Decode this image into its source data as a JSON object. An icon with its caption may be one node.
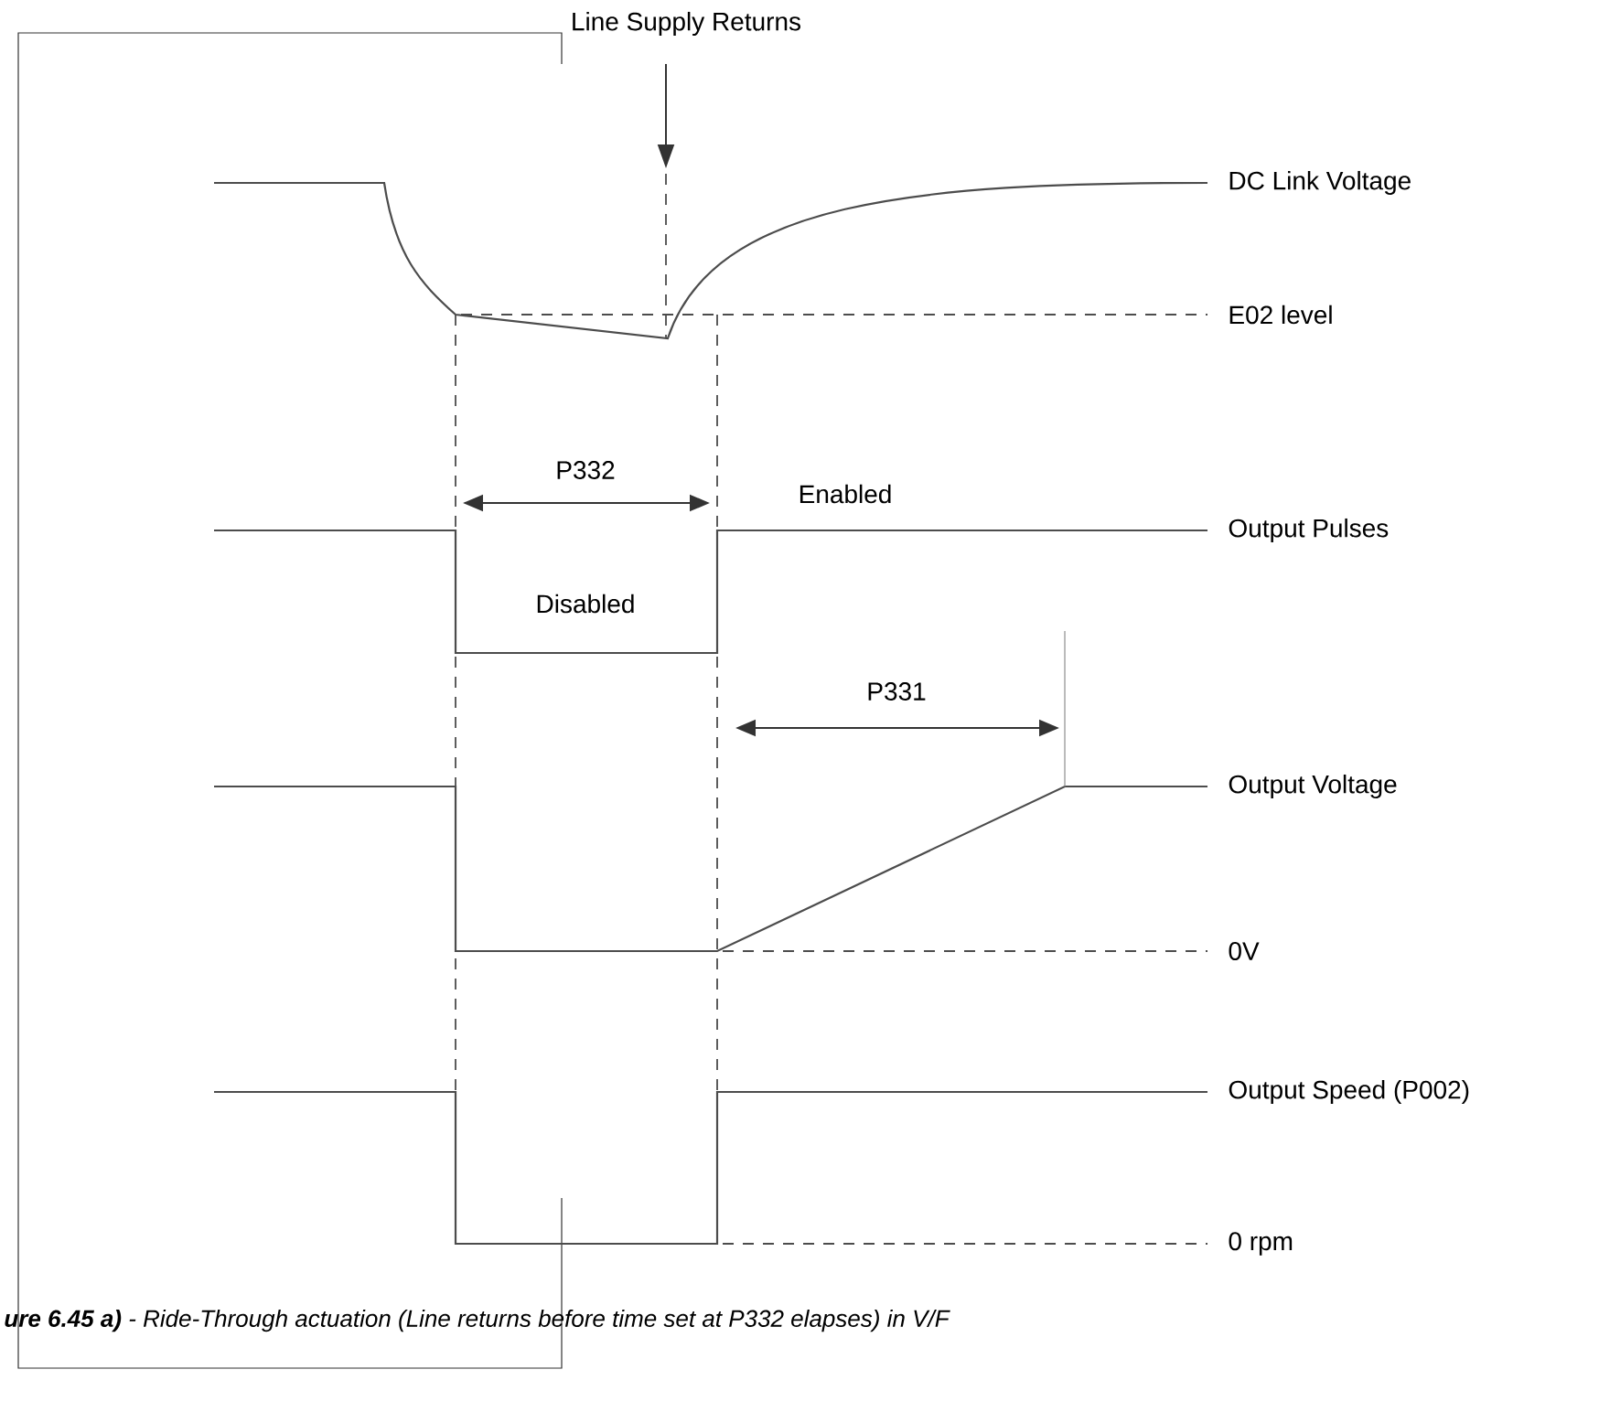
{
  "diagram": {
    "caption": "**ure 6.45 a)** - Ride-Through actuation (Line returns before time set at P332 elapses) in V/F",
    "labels": [
      "Line Supply Returns",
      "DC Link Voltage",
      "E02 level",
      "P332",
      "Enabled",
      "Output Pulses",
      "Disabled",
      "P331",
      "Output Voltage",
      "0V",
      "Output Speed (P002)",
      "0 rpm"
    ]
  }
}
